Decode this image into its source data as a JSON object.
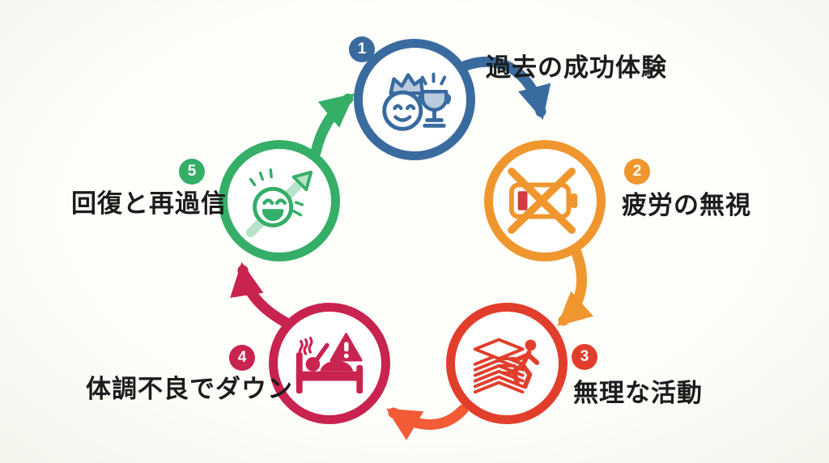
{
  "diagram": {
    "name": "overconfidence-burnout-cycle",
    "background": "#fcfcf8",
    "text_color": "#1c1c1c",
    "steps": [
      {
        "number": "1",
        "label": "過去の成功体験",
        "color": "#3a6b9f",
        "arrow_color": "#3a6b9f",
        "icon": "smiley-crown-trophy-icon"
      },
      {
        "number": "2",
        "label": "疲労の無視",
        "color": "#f0962e",
        "arrow_color": "#f0962e",
        "icon": "crossed-out-battery-icon"
      },
      {
        "number": "3",
        "label": "無理な活動",
        "color": "#e23e2c",
        "arrow_color": "#f25b35",
        "icon": "paper-stack-runner-icon"
      },
      {
        "number": "4",
        "label": "体調不良でダウン",
        "color": "#c92350",
        "arrow_color": "#c92350",
        "icon": "sick-in-bed-icon"
      },
      {
        "number": "5",
        "label": "回復と再過信",
        "color": "#35ae68",
        "arrow_color": "#35ae68",
        "icon": "smiley-rising-arrow-icon"
      }
    ],
    "battery_low_color": "#d63a45"
  }
}
